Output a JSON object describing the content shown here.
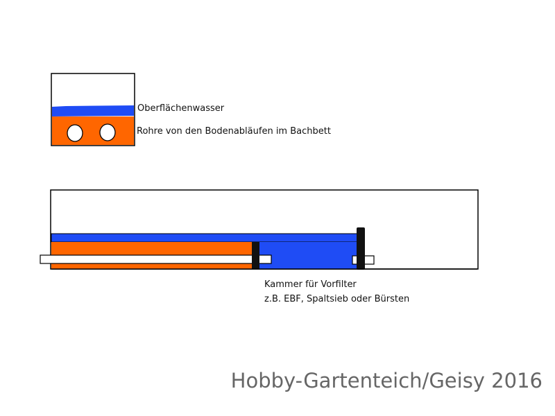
{
  "labels": {
    "surface_water": "Oberflächenwasser",
    "pipes": "Rohre von den Bodenabläufen im Bachbett",
    "chamber_line1": "Kammer für Vorfilter",
    "chamber_line2": "z.B. EBF, Spaltsieb oder Bürsten"
  },
  "watermark": "Hobby-Gartenteich/Geisy 2016",
  "colors": {
    "water_blue": "#1f4cf5",
    "pipe_orange": "#ff6600",
    "outline": "#000000",
    "divider": "#111111"
  }
}
